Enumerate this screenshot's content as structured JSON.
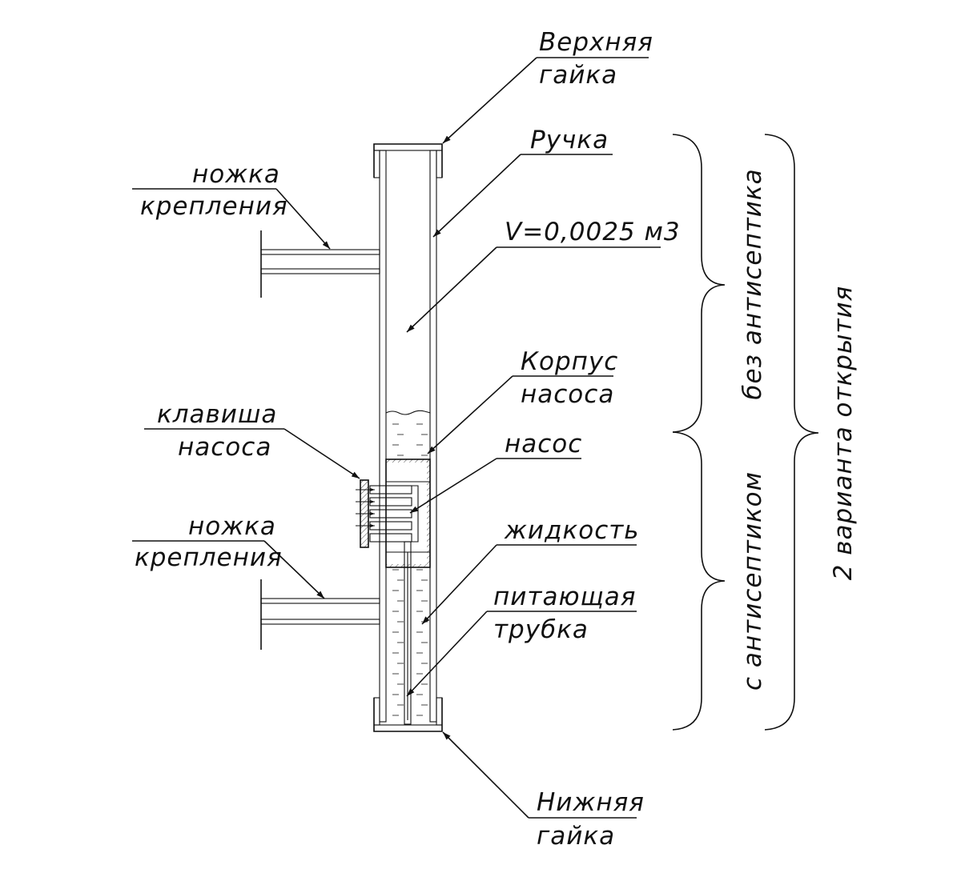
{
  "labels": {
    "top_nut_line1": "Верхняя",
    "top_nut_line2": "гайка",
    "handle": "Ручка",
    "volume": "V=0,0025 м3",
    "pump_body_line1": "Корпус",
    "pump_body_line2": "насоса",
    "pump": "насос",
    "liquid": "жидкость",
    "feed_tube_line1": "питающая",
    "feed_tube_line2": "трубка",
    "bottom_nut_line1": "Нижняя",
    "bottom_nut_line2": "гайка",
    "leg_top_line1": "ножка",
    "leg_top_line2": "крепления",
    "leg_bottom_line1": "ножка",
    "leg_bottom_line2": "крепления",
    "pump_key_line1": "клавиша",
    "pump_key_line2": "насоса",
    "without_antiseptic": "без антисептика",
    "with_antiseptic": "с антисептиком",
    "two_options": "2 варианта открытия"
  }
}
